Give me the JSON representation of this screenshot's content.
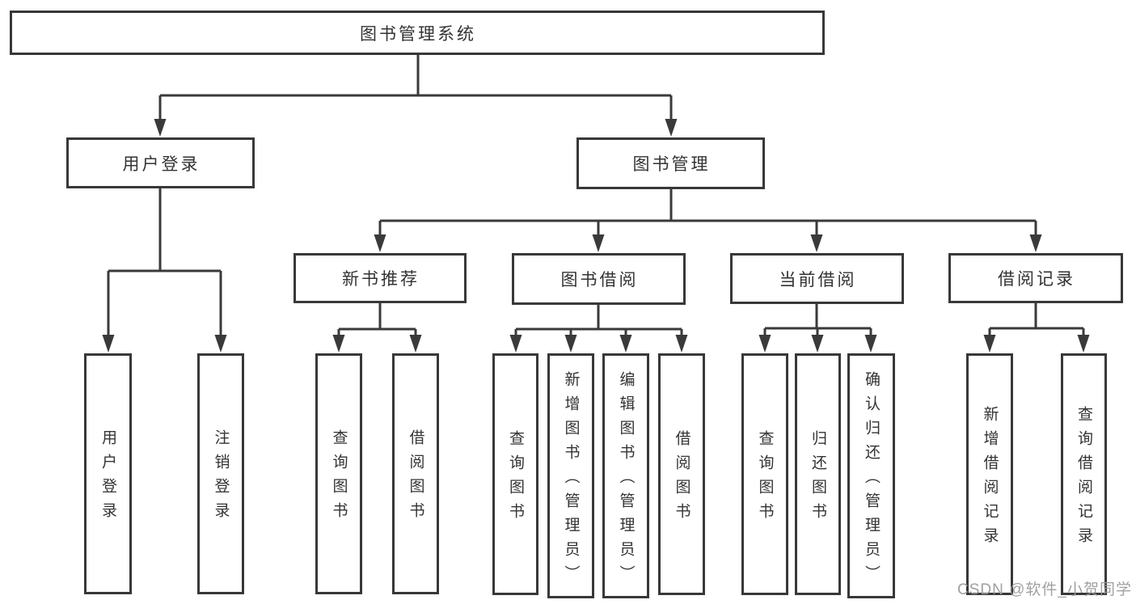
{
  "diagram_type": "hierarchy",
  "tree": {
    "label": "图书管理系统",
    "children": [
      {
        "label": "用户登录",
        "children": [
          {
            "label": "用户登录"
          },
          {
            "label": "注销登录"
          }
        ]
      },
      {
        "label": "图书管理",
        "children": [
          {
            "label": "新书推荐",
            "children": [
              {
                "label": "查询图书"
              },
              {
                "label": "借阅图书"
              }
            ]
          },
          {
            "label": "图书借阅",
            "children": [
              {
                "label": "查询图书"
              },
              {
                "label": "新增图书（管理员）"
              },
              {
                "label": "编辑图书（管理员）"
              },
              {
                "label": "借阅图书"
              }
            ]
          },
          {
            "label": "当前借阅",
            "children": [
              {
                "label": "查询图书"
              },
              {
                "label": "归还图书"
              },
              {
                "label": "确认归还（管理员）"
              }
            ]
          },
          {
            "label": "借阅记录",
            "children": [
              {
                "label": "新增借阅记录"
              },
              {
                "label": "查询借阅记录"
              }
            ]
          }
        ]
      }
    ]
  },
  "watermark": {
    "text": "CSDN @软件_小贺同学"
  },
  "colors": {
    "background": "#ffffff",
    "box_fill": "#ffffff",
    "box_border": "#383838",
    "line": "#3a3a3a",
    "text": "#333333",
    "watermark": "#9b9b9b"
  }
}
